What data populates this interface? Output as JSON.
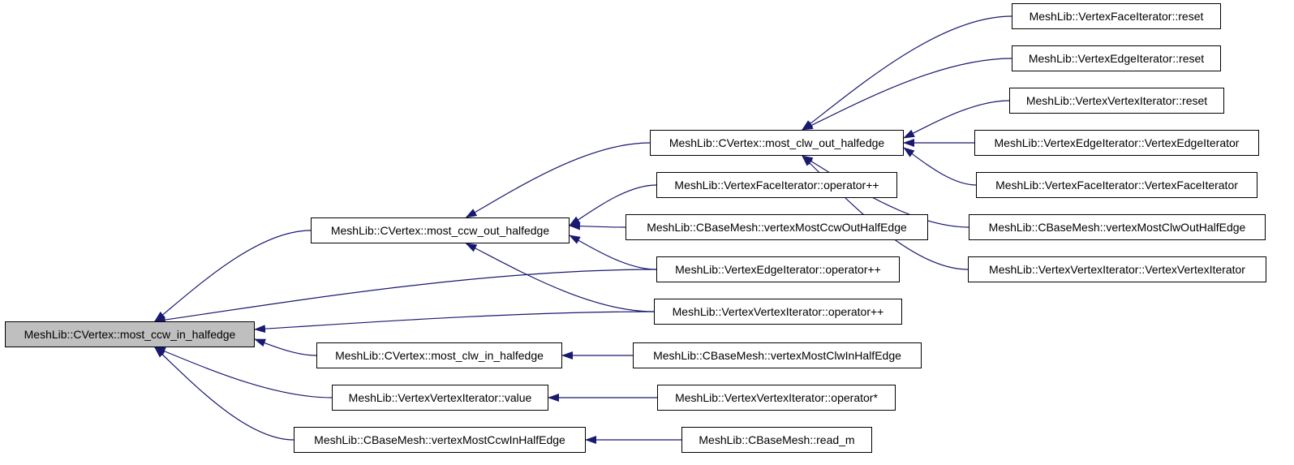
{
  "graph": {
    "root_node": "n0",
    "nodes": [
      {
        "id": "n0",
        "label": "MeshLib::CVertex::most_ccw_in_halfedge"
      },
      {
        "id": "n1",
        "label": "MeshLib::CVertex::most_ccw_out_halfedge"
      },
      {
        "id": "n2",
        "label": "MeshLib::CVertex::most_clw_out_halfedge"
      },
      {
        "id": "n3",
        "label": "MeshLib::VertexFaceIterator::reset"
      },
      {
        "id": "n4",
        "label": "MeshLib::VertexEdgeIterator::reset"
      },
      {
        "id": "n5",
        "label": "MeshLib::VertexVertexIterator::reset"
      },
      {
        "id": "n6",
        "label": "MeshLib::VertexEdgeIterator::VertexEdgeIterator"
      },
      {
        "id": "n7",
        "label": "MeshLib::VertexFaceIterator::VertexFaceIterator"
      },
      {
        "id": "n8",
        "label": "MeshLib::CBaseMesh::vertexMostClwOutHalfEdge"
      },
      {
        "id": "n9",
        "label": "MeshLib::VertexVertexIterator::VertexVertexIterator"
      },
      {
        "id": "n10",
        "label": "MeshLib::VertexFaceIterator::operator++"
      },
      {
        "id": "n11",
        "label": "MeshLib::CBaseMesh::vertexMostCcwOutHalfEdge"
      },
      {
        "id": "n12",
        "label": "MeshLib::VertexEdgeIterator::operator++"
      },
      {
        "id": "n13",
        "label": "MeshLib::VertexVertexIterator::operator++"
      },
      {
        "id": "n14",
        "label": "MeshLib::CVertex::most_clw_in_halfedge"
      },
      {
        "id": "n15",
        "label": "MeshLib::CBaseMesh::vertexMostClwInHalfEdge"
      },
      {
        "id": "n16",
        "label": "MeshLib::VertexVertexIterator::value"
      },
      {
        "id": "n17",
        "label": "MeshLib::VertexVertexIterator::operator*"
      },
      {
        "id": "n18",
        "label": "MeshLib::CBaseMesh::vertexMostCcwInHalfEdge"
      },
      {
        "id": "n19",
        "label": "MeshLib::CBaseMesh::read_m"
      }
    ],
    "edges": [
      {
        "from": "n1",
        "to": "n0"
      },
      {
        "from": "n12",
        "to": "n0"
      },
      {
        "from": "n13",
        "to": "n0"
      },
      {
        "from": "n14",
        "to": "n0"
      },
      {
        "from": "n16",
        "to": "n0"
      },
      {
        "from": "n18",
        "to": "n0"
      },
      {
        "from": "n2",
        "to": "n1"
      },
      {
        "from": "n10",
        "to": "n1"
      },
      {
        "from": "n11",
        "to": "n1"
      },
      {
        "from": "n12",
        "to": "n1"
      },
      {
        "from": "n13",
        "to": "n1"
      },
      {
        "from": "n3",
        "to": "n2"
      },
      {
        "from": "n4",
        "to": "n2"
      },
      {
        "from": "n5",
        "to": "n2"
      },
      {
        "from": "n6",
        "to": "n2"
      },
      {
        "from": "n7",
        "to": "n2"
      },
      {
        "from": "n8",
        "to": "n2"
      },
      {
        "from": "n9",
        "to": "n2"
      },
      {
        "from": "n15",
        "to": "n14"
      },
      {
        "from": "n17",
        "to": "n16"
      },
      {
        "from": "n19",
        "to": "n18"
      }
    ],
    "edge_color": "#191970",
    "root_fill": "#bfbfbf"
  }
}
